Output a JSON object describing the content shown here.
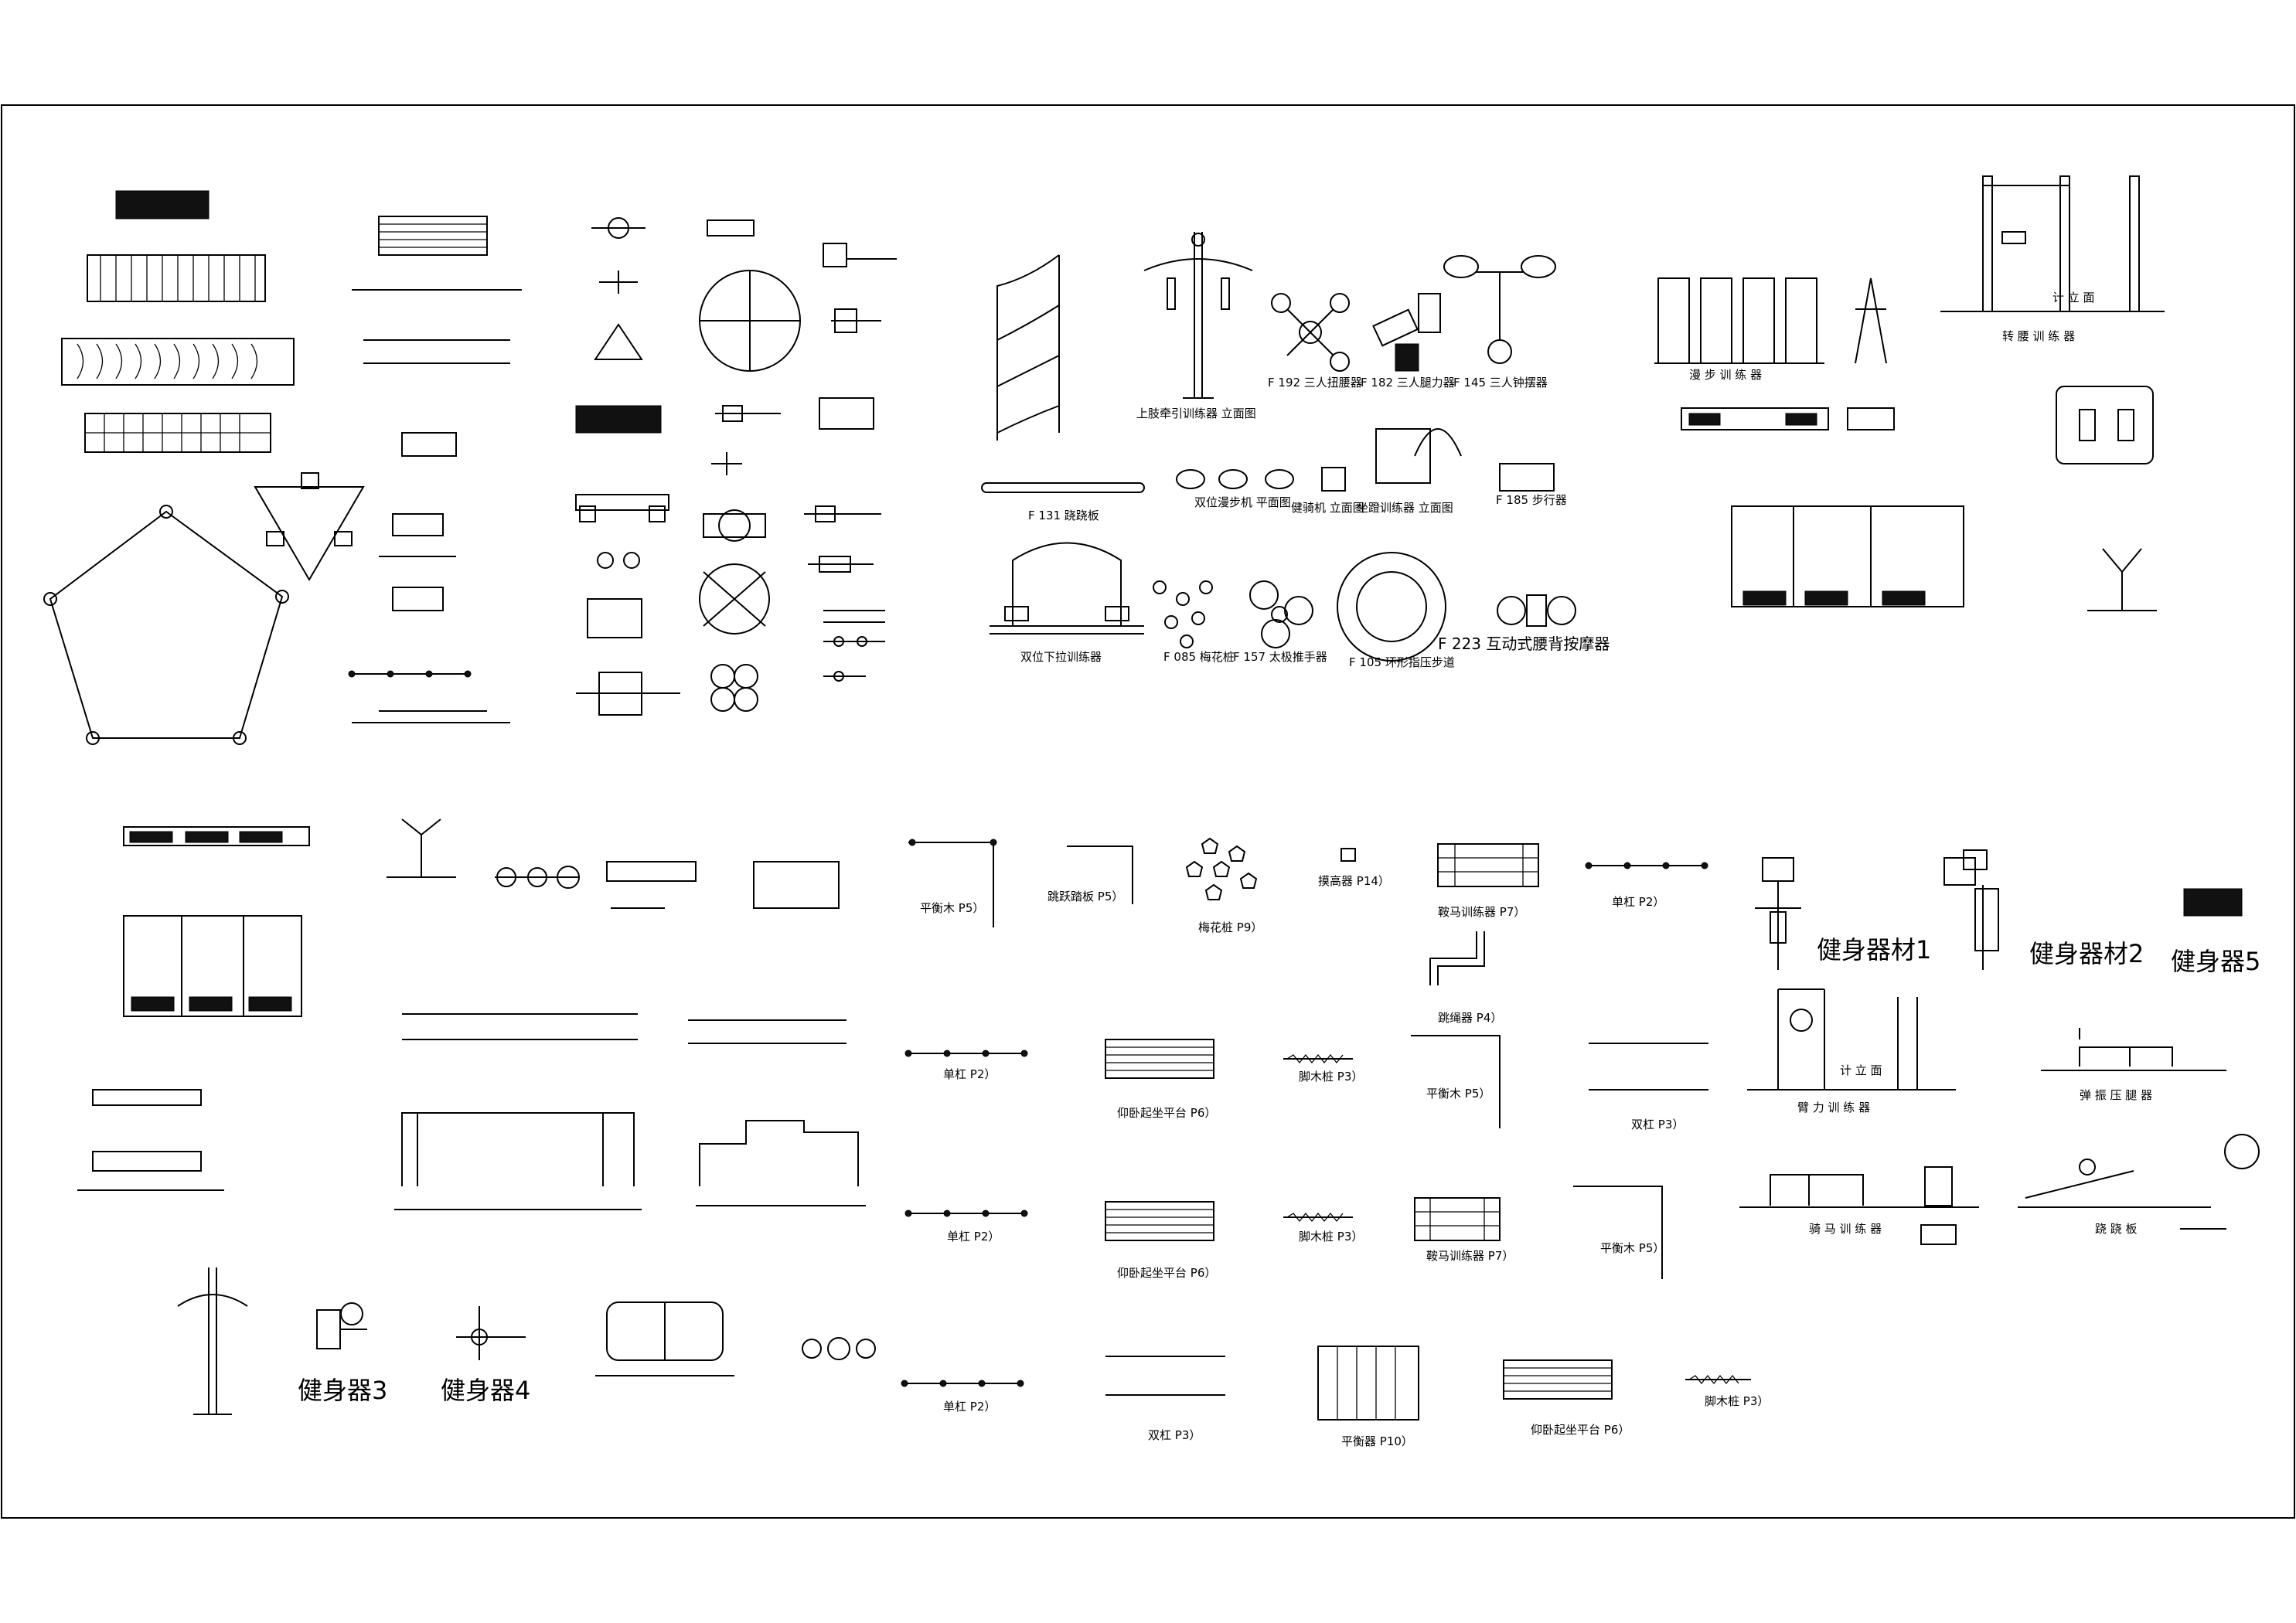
{
  "drawing": {
    "labels_top": {
      "l01": "上肢牵引训练器 立面图",
      "l02": "F 192 三人扭腰器",
      "l03": "F 182 三人腿力器",
      "l04": "F 145 三人钟摆器",
      "l05": "F 131 跷跷板",
      "l06": "双位漫步机 平面图",
      "l07": "健骑机 立面图",
      "l08": "坐蹬训练器 立面图",
      "l09": "F 185 步行器",
      "l10": "双位下拉训练器",
      "l11": "F 085 梅花桩",
      "l12": "F 157 太极推手器",
      "l13": "F 105 环形指压步道",
      "l14": "F 223 互动式腰背按摩器",
      "l15": "漫 步 训 练 器",
      "l16": "转 腰 训 练 器",
      "l17": "计 立 面"
    },
    "labels_bottom": {
      "b01": "平衡木 P5）",
      "b02": "跳跃踏板 P5）",
      "b03": "梅花桩 P9）",
      "b04": "摸高器 P14）",
      "b05": "鞍马训练器 P7）",
      "b06": "单杠 P2）",
      "b07": "健身器材1",
      "b08": "健身器材2",
      "b09": "健身器5",
      "b10": "跳绳器 P4）",
      "b11": "单杠 P2）",
      "b12": "仰卧起坐平台 P6）",
      "b13": "脚木桩 P3）",
      "b14": "平衡木 P5）",
      "b15": "双杠 P3）",
      "b16": "臂 力 训 练 器",
      "b17": "弹 振 压 腿 器",
      "b18": "单杠 P2）",
      "b19": "仰卧起坐平台 P6）",
      "b20": "脚木桩 P3）",
      "b21": "鞍马训练器 P7）",
      "b22": "平衡木 P5）",
      "b23": "健身器3",
      "b24": "健身器4",
      "b25": "单杠 P2）",
      "b26": "双杠 P3）",
      "b27": "平衡器 P10）",
      "b28": "仰卧起坐平台 P6）",
      "b29": "脚木桩 P3）",
      "b30": "骑 马 训 练 器",
      "b31": "跷 跷 板",
      "b32": "计 立 面"
    }
  }
}
